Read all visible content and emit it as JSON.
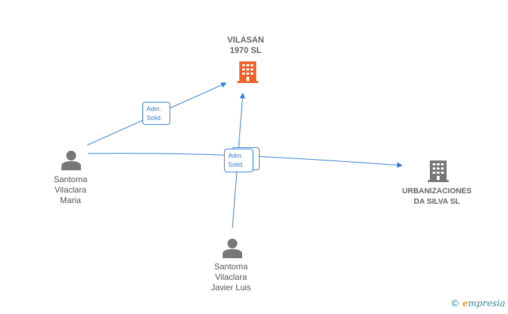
{
  "nodes": {
    "company_main": {
      "name_line1": "VILASAN",
      "name_line2": "1970  SL",
      "color": "#f0622c",
      "icon": "building-icon"
    },
    "company_other": {
      "name_line1": "URBANIZACIONES",
      "name_line2": "DA SILVA SL",
      "color": "#777777",
      "icon": "building-icon"
    },
    "person_maria": {
      "line1": "Santoma",
      "line2": "Vilaclara",
      "line3": "Maria",
      "icon": "person-icon",
      "color": "#777777"
    },
    "person_javier": {
      "line1": "Santoma",
      "line2": "Vilaclara",
      "line3": "Javier Luis",
      "icon": "person-icon",
      "color": "#777777"
    }
  },
  "edges": [
    {
      "label_line1": "Adm.",
      "label_line2": "Solid."
    },
    {
      "label_line1": "Adm.",
      "label_line2": "Solid."
    }
  ],
  "edge_color": "#2f7bd6",
  "brand": {
    "symbol": "©",
    "initial": "e",
    "rest": "mpresia"
  }
}
